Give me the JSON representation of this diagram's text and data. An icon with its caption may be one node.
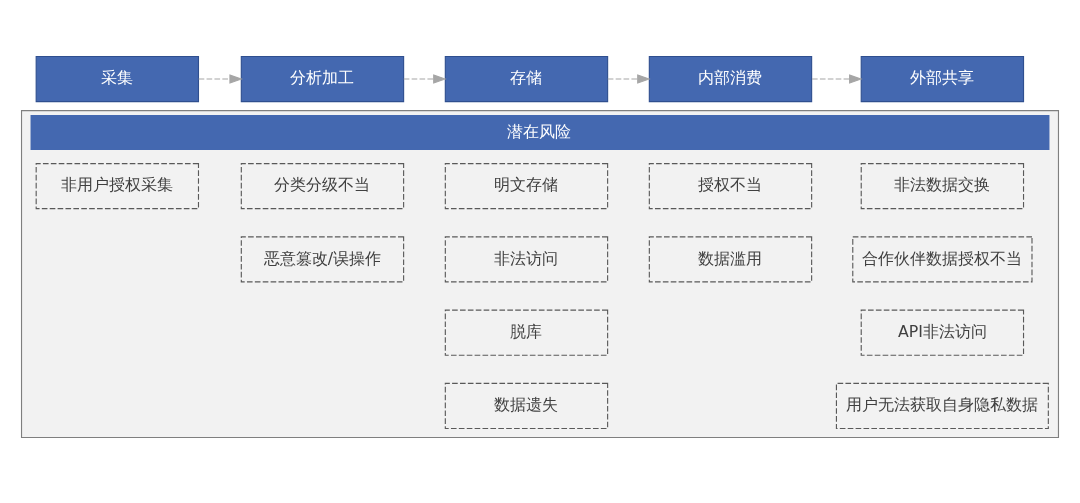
{
  "diagram": {
    "nodes": [
      {
        "text": [
          "采集"
        ]
      },
      {
        "text": [
          "分析加工"
        ]
      },
      {
        "text": [
          "存储"
        ]
      },
      {
        "text": [
          "内部消费"
        ]
      },
      {
        "text": [
          "外部共享"
        ]
      },
      {
        "text": [
          "潜在风险"
        ]
      },
      {
        "text": [
          "非用户授权采集"
        ],
        "in": 5
      },
      {
        "text": [
          "分类分级不当"
        ],
        "in": 5
      },
      {
        "text": [
          "明文存储"
        ],
        "in": 5
      },
      {
        "text": [
          "授权不当"
        ],
        "in": 5
      },
      {
        "text": [
          "非法数据交换"
        ],
        "in": 5
      },
      {
        "text": [
          "恶意篡改/误操作"
        ],
        "in": 5
      },
      {
        "text": [
          "非法访问"
        ],
        "in": 5
      },
      {
        "text": [
          "数据滥用"
        ],
        "in": 5
      },
      {
        "text": [
          "合作伙伴数据授权不当"
        ],
        "in": 5
      },
      {
        "text": [
          "脱库"
        ],
        "in": 5
      },
      {
        "text": [
          "API非法访问"
        ],
        "in": 5
      },
      {
        "text": [
          "数据遗失"
        ],
        "in": 5
      },
      {
        "text": [
          "用户无法获取自身隐私数据"
        ],
        "in": 5
      }
    ],
    "edges": [
      {
        "from": 0,
        "to": 1,
        "arrow": "to",
        "style": "dashed"
      },
      {
        "from": 1,
        "to": 2,
        "arrow": "to",
        "style": "dashed"
      },
      {
        "from": 2,
        "to": 3,
        "arrow": "to",
        "style": "dashed"
      },
      {
        "from": 3,
        "to": 4,
        "arrow": "to",
        "style": "dashed"
      }
    ]
  }
}
